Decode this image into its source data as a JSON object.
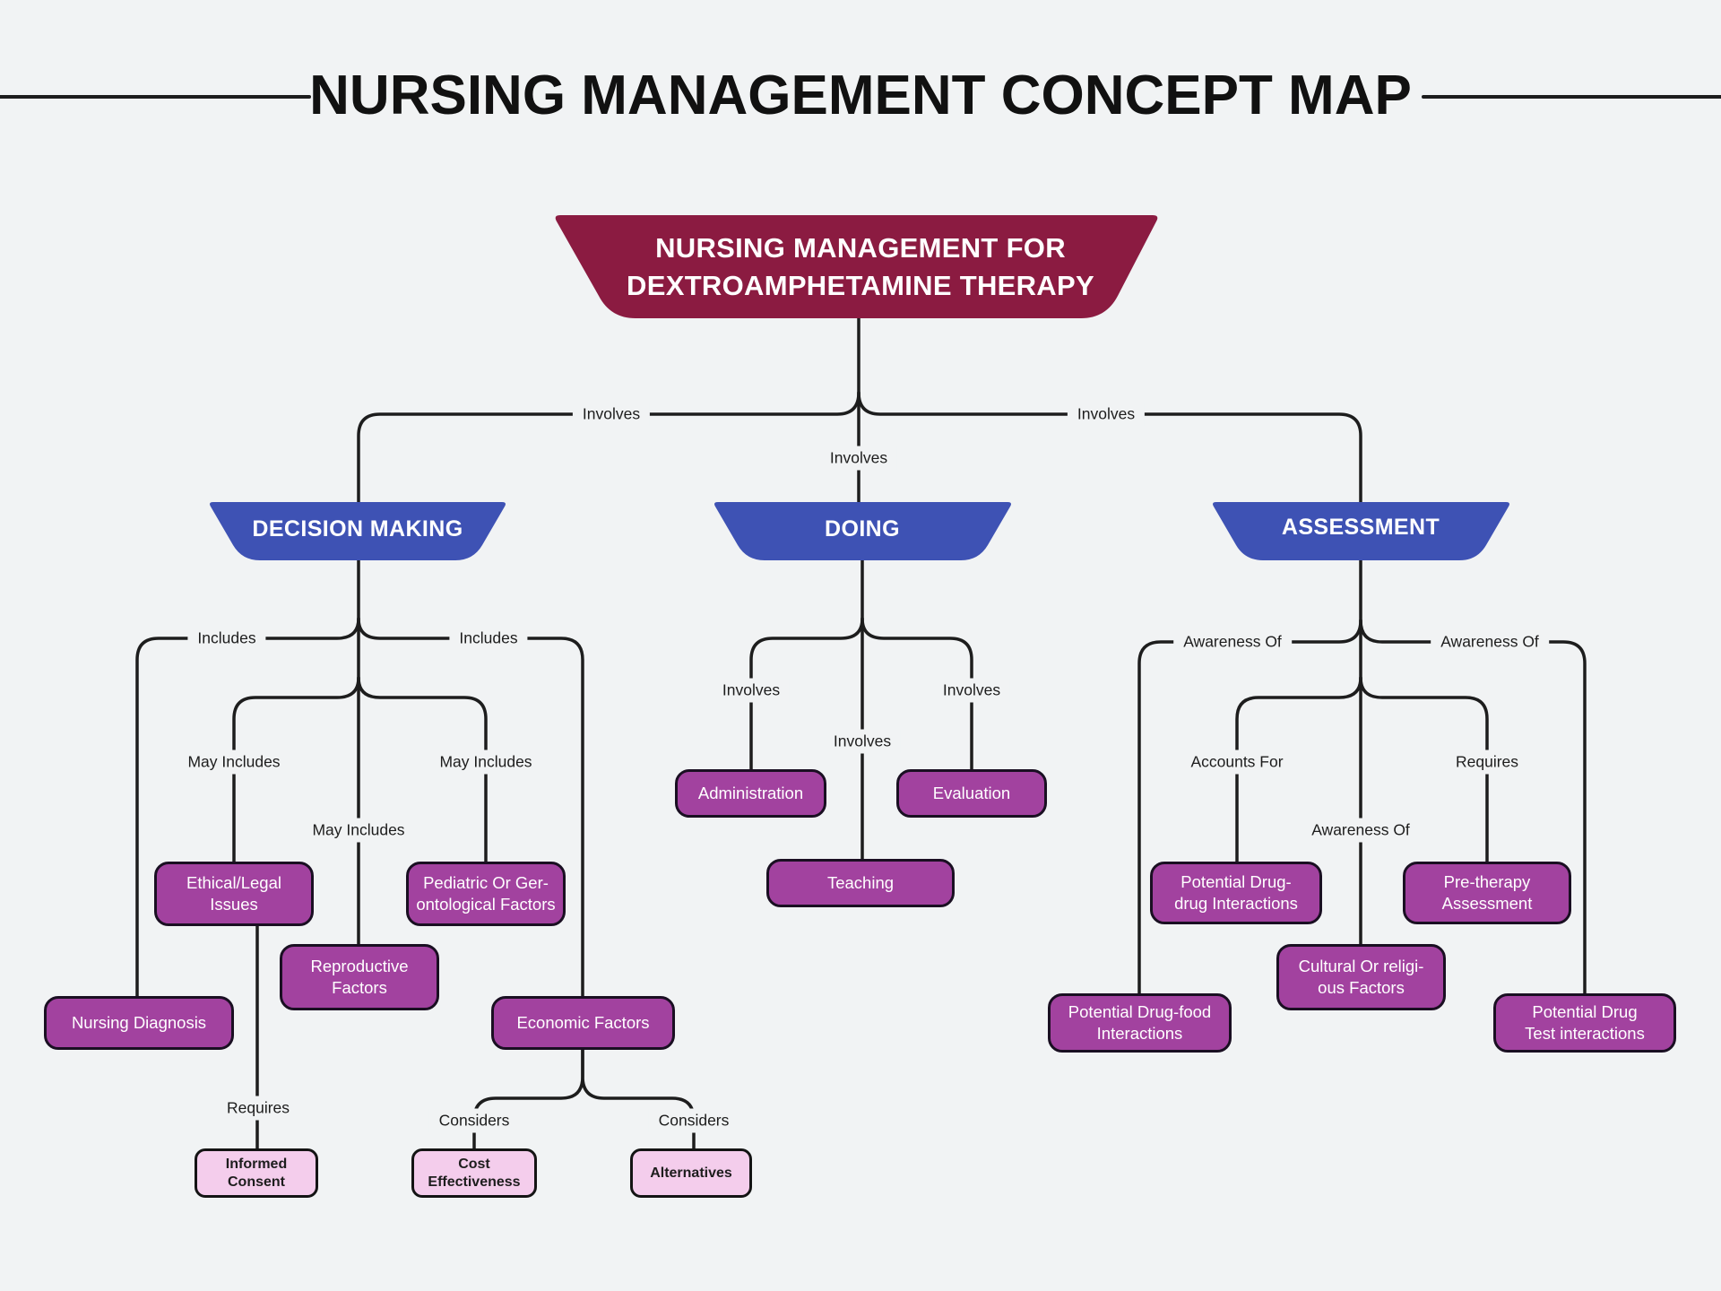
{
  "title": {
    "text": "NURSING MANAGEMENT CONCEPT MAP"
  },
  "palette": {
    "background": "#f1f3f4",
    "line": "#1d1d1d",
    "root_fill": "#8b1b41",
    "branch_fill": "#3e52b4",
    "topic_fill": "#a2429f",
    "subtopic_fill": "#f4cdec",
    "text_on_dark": "#ffffff",
    "text_dark": "#1d1d1d"
  },
  "nodes": {
    "root": {
      "label": "NURSING MANAGEMENT FOR\nDEXTROAMPHETAMINE THERAPY"
    },
    "decision_making": {
      "label": "DECISION MAKING"
    },
    "doing": {
      "label": "DOING"
    },
    "assessment": {
      "label": "ASSESSMENT"
    },
    "ethical_legal": {
      "label": "Ethical/Legal\nIssues"
    },
    "pediatric": {
      "label": "Pediatric Or Ger-\nontological Factors"
    },
    "reproductive": {
      "label": "Reproductive\nFactors"
    },
    "nursing_diagnosis": {
      "label": "Nursing Diagnosis"
    },
    "economic": {
      "label": "Economic Factors"
    },
    "informed_consent": {
      "label": "Informed\nConsent"
    },
    "cost_effectiveness": {
      "label": "Cost\nEffectiveness"
    },
    "alternatives": {
      "label": "Alternatives"
    },
    "administration": {
      "label": "Administration"
    },
    "teaching": {
      "label": "Teaching"
    },
    "evaluation": {
      "label": "Evaluation"
    },
    "drug_drug": {
      "label": "Potential Drug-\ndrug Interactions"
    },
    "cultural": {
      "label": "Cultural Or religi-\nous Factors"
    },
    "pre_therapy": {
      "label": "Pre-therapy\nAssessment"
    },
    "drug_food": {
      "label": "Potential Drug-food\nInteractions"
    },
    "drug_test": {
      "label": "Potential Drug\nTest interactions"
    }
  },
  "edge_labels": {
    "root_decision": "Involves",
    "root_doing": "Involves",
    "root_assessment": "Involves",
    "dm_nursing_diagnosis": "Includes",
    "dm_economic": "Includes",
    "dm_ethical": "May Includes",
    "dm_pediatric": "May Includes",
    "dm_reproductive": "May Includes",
    "ethical_informed_consent": "Requires",
    "economic_cost": "Considers",
    "economic_alternatives": "Considers",
    "doing_administration": "Involves",
    "doing_teaching": "Involves",
    "doing_evaluation": "Involves",
    "assessment_drug_food": "Awareness Of",
    "assessment_drug_test": "Awareness Of",
    "assessment_drug_drug": "Accounts For",
    "assessment_pre_therapy": "Requires",
    "assessment_cultural": "Awareness Of"
  }
}
